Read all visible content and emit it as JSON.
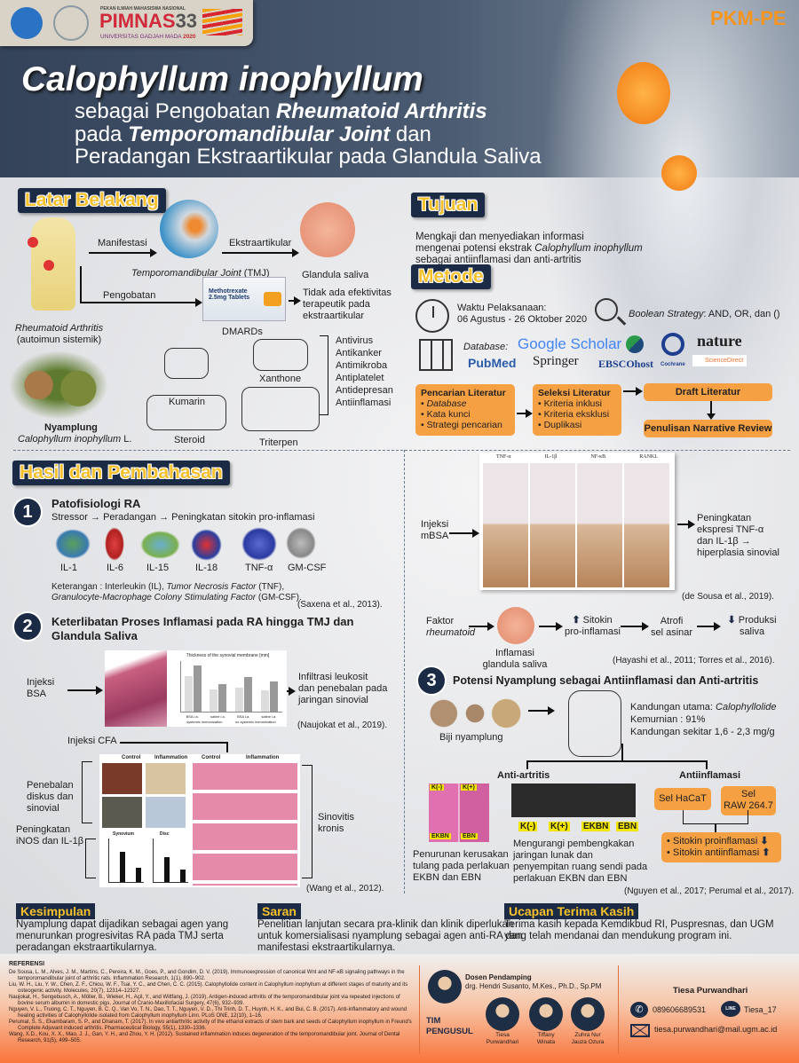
{
  "header": {
    "logo_event_top": "PEKAN ILMIAH MAHASISWA NASIONAL",
    "logo_event": "PIMNAS",
    "logo_number": "33",
    "logo_univ": "UNIVERSITAS GADJAH MADA",
    "logo_year": "2020",
    "category": "PKM-PE",
    "title": "Calophyllum inophyllum",
    "sub1_a": "sebagai Pengobatan ",
    "sub1_b": "Rheumatoid Arthritis",
    "sub2_a": "pada ",
    "sub2_b": "Temporomandibular Joint",
    "sub2_c": " dan",
    "sub3": "Peradangan Ekstraartikular pada Glandula Saliva"
  },
  "latar": {
    "heading": "Latar Belakang",
    "manifestasi": "Manifestasi",
    "ekstra": "Ekstraartikular",
    "tmj": "Temporomandibular Joint",
    "tmj_abbr": " (TMJ)",
    "glandula": "Glandula saliva",
    "ra": "Rheumatoid Arthritis",
    "ra_note": "(autoimun sistemik)",
    "pengobatan": "Pengobatan",
    "drug_label": "Methotrexate 2.5mg Tablets",
    "dmards": "DMARDs",
    "no_effect": [
      "Tidak ada efektivitas",
      "terapeutik pada",
      "ekstraartikular"
    ],
    "nyamplung": "Nyamplung",
    "nyamplung_latin": "Calophyllum inophyllum",
    "nyamplung_suffix": " L.",
    "compounds": [
      "Kumarin",
      "Xanthone",
      "Steroid",
      "Triterpen"
    ],
    "activities": [
      "Antivirus",
      "Antikanker",
      "Antimikroba",
      "Antiplatelet",
      "Antidepresan",
      "Antiinflamasi"
    ]
  },
  "tujuan": {
    "heading": "Tujuan",
    "line1": "Mengkaji dan menyediakan informasi",
    "line2a": "mengenai potensi ekstrak ",
    "line2b": "Calophyllum inophyllum",
    "line3": "sebagai antiinflamasi dan anti-artritis"
  },
  "metode": {
    "heading": "Metode",
    "waktu_label": "Waktu Pelaksanaan:",
    "waktu": "06 Agustus - 26 Oktober 2020",
    "boolean_label": "Boolean Strategy",
    "boolean": ": AND, OR, dan ()",
    "database_label": "Database:",
    "databases": [
      "Google Scholar",
      "nature",
      "PubMed",
      "Springer",
      "EBSCOhost",
      "Cochrane",
      "ScienceDirect"
    ],
    "flow": {
      "pencarian": {
        "title": "Pencarian Literatur",
        "items": [
          "Database",
          "Kata kunci",
          "Strategi pencarian"
        ]
      },
      "seleksi": {
        "title": "Seleksi Literatur",
        "items": [
          "Kriteria inklusi",
          "Kriteria eksklusi",
          "Duplikasi"
        ]
      },
      "draft": "Draft Literatur",
      "penulisan": "Penulisan Narrative Review"
    }
  },
  "hasil": {
    "heading": "Hasil dan Pembahasan",
    "s1": {
      "num": "1",
      "title": "Patofisiologi RA",
      "flow": "Stressor → Peradangan → Peningkatan sitokin pro-inflamasi",
      "cytokines": [
        "IL-1",
        "IL-6",
        "IL-15",
        "IL-18",
        "TNF-α",
        "GM-CSF"
      ],
      "note1a": "Keterangan : Interleukin (IL), ",
      "note1b": "Tumor Necrosis Factor",
      "note1c": " (TNF),",
      "note2a": "Granulocyte-Macrophage Colony Stimulating Factor",
      "note2b": " (GM-CSF).",
      "cite": "(Saxena et al., 2013)."
    },
    "s2": {
      "num": "2",
      "title1": "Keterlibatan Proses Inflamasi pada RA hingga TMJ dan",
      "title2": "Glandula Saliva",
      "bsa": [
        "Injeksi",
        "BSA"
      ],
      "chart_title": "Thickness of the synovial membrane [mm]",
      "chart_x": [
        "BSA i.a.",
        "saline i.a.",
        "BSA i.a.",
        "saline i.a."
      ],
      "chart_groups": [
        "systemic immunization",
        "no systemic immunization"
      ],
      "infiltrasi": [
        "Infiltrasi leukosit",
        "dan penebalan pada",
        "jaringan sinovial"
      ],
      "cite1": "(Naujokat et al., 2019).",
      "cfa": "Injeksi CFA",
      "fig_control": "Control",
      "fig_inflam": "Inflammation",
      "fig_synovium": "Synovium",
      "fig_disc": "Disc",
      "penebalan": [
        "Penebalan",
        "diskus dan",
        "sinovial"
      ],
      "inos": [
        "Peningkatan",
        "iNOS dan IL-1β"
      ],
      "sinovitis": [
        "Sinovitis",
        "kronis"
      ],
      "cite2": "(Wang et al., 2012)."
    },
    "ihc": {
      "cols": [
        "TNF-α",
        "IL-1β",
        "NF-κB",
        "RANKL"
      ],
      "mbsa": [
        "Injeksi",
        "mBSA"
      ],
      "result": [
        "Peningkatan",
        "ekspresi TNF-α",
        "dan IL-1β →",
        "hiperplasia sinovial"
      ],
      "cite": "(de Sousa et al., 2019)."
    },
    "saliva": {
      "faktor": "Faktor",
      "faktor_i": "rheumatoid",
      "inflamasi": [
        "Inflamasi",
        "glandula saliva"
      ],
      "sitokin": [
        "Sitokin",
        "pro-inflamasi"
      ],
      "atrofi": [
        "Atrofi",
        "sel asinar"
      ],
      "produksi": [
        "Produksi",
        "saliva"
      ],
      "cite": "(Hayashi et al., 2011; Torres et al., 2016)."
    },
    "s3": {
      "num": "3",
      "title": "Potensi Nyamplung sebagai Antiinflamasi dan Anti-artritis",
      "biji": "Biji nyamplung",
      "kandungan_a": "Kandungan utama: ",
      "kandungan_b": "Calophyllolide",
      "kemurnian": "Kemurnian : 91%",
      "kadar": "Kandungan sekitar 1,6 - 2,3 mg/g",
      "anti_artritis": "Anti-artritis",
      "antiinflamasi": "Antiinflamasi",
      "groups": [
        "K(-)",
        "K(+)",
        "EKBN",
        "EBN"
      ],
      "penurunan": [
        "Penurunan kerusakan",
        "tulang pada perlakuan",
        "EKBN dan EBN"
      ],
      "mengurangi": [
        "Mengurangi pembengkakan",
        "jaringan lunak dan",
        "penyempitan ruang sendi pada",
        "perlakuan EKBN dan EBN"
      ],
      "hacat": "Sel HaCaT",
      "raw": [
        "Sel",
        "RAW 264.7"
      ],
      "pro": "Sitokin proinflamasi",
      "anti": "Sitokin antiinflamasi",
      "cite": "(Nguyen et al., 2017; Perumal et al., 2017)."
    }
  },
  "kesimpulan": {
    "heading": "Kesimpulan",
    "lines": [
      "Nyamplung dapat dijadikan sebagai agen yang",
      "menurunkan progresivitas RA pada TMJ serta",
      "peradangan ekstraartikularnya."
    ]
  },
  "saran": {
    "heading": "Saran",
    "lines": [
      "Penelitian lanjutan secara pra-klinik dan klinik diperlukan",
      "untuk komersialisasi nyamplung sebagai agen anti-RA dan",
      "manifestasi ekstraartikularnya."
    ]
  },
  "ucapan": {
    "heading": "Ucapan Terima Kasih",
    "lines": [
      "Terima kasih kepada Kemdikbud RI, Puspresnas, dan UGM",
      "yang telah mendanai dan mendukung program ini."
    ]
  },
  "referensi": {
    "heading": "REFERENSI",
    "items": [
      "De Sousa, L. M., Alves, J. M., Martins, C., Pereira, K. M., Goes, P., and Gondim, D. V. (2019). Immunoexpression of canonical Wnt and NF-κB signaling pathways in the temporomandibular joint of arthritic rats. Inflammation Research, 1(1), 890–902.",
      "Liu, W. H., Liu, Y. W., Chen, Z. F., Chiou, W. F., Tsai, Y. C., and Chen, C. C. (2015). Calophyllolide content in Calophyllum inophyllum at different stages of maturity and its osteogenic activity. Molecules, 20(7), 12314–12327.",
      "Naujokat, H., Sengebusch, A., Möller, B., Wieker, H., Açil, Y., and Wiltfang, J. (2019). Antigen-induced arthritis of the temporomandibular joint via repeated injections of bovine serum albumin in domestic pigs. Journal of Cranio-Maxillofacial Surgery, 47(6), 932–939.",
      "Nguyen, V. L., Truong, C. T., Nguyen, B. C. Q., Van Vo, T. N., Dao, T. T., Nguyen, V. D., Thi Trinh, D. T., Huynh, H. K., and Bui, C. B. (2017). Anti-inflammatory and wound healing activities of Calophyllolide isolated from Calophyllum inophyllum Linn. PLoS ONE, 12(10), 1–16.",
      "Perumal, S. S., Ekambaram, S. P., and Dhanam, T. (2017). In vivo antiarthritic activity of the ethanol extracts of stem bark and seeds of Calophyllum inophyllum in Freund's Complete Adjuvant induced arthritis. Pharmaceutical Biology, 55(1), 1330–1336.",
      "Wang, X.D., Kou, X. X., Mao, J. J., Gan, Y. H., and Zhou, Y. H. (2012). Sustained inflammation induces degeneration of the temporomandibular joint. Journal of Dental Research, 91(5), 499–505."
    ]
  },
  "tim": {
    "dosen_label": "Dosen Pendamping",
    "dosen": "drg. Hendri Susanto, M.Kes., Ph.D., Sp.PM",
    "tim_label1": "TIM",
    "tim_label2": "PENGUSUL",
    "members": [
      [
        "Tiesa",
        "Purwandhari"
      ],
      [
        "Tiffany",
        "Winata"
      ],
      [
        "Zuhra Nur",
        "Jauza Ozura"
      ]
    ]
  },
  "kontak": {
    "name": "Tiesa Purwandhari",
    "phone": "089606689531",
    "line_icon": "LINE",
    "line": "Tiesa_17",
    "email": "tiesa.purwandhari@mail.ugm.ac.id"
  },
  "colors": {
    "navy": "#1c2b45",
    "orange": "#f5a043",
    "yellow": "#f5c02c",
    "pkm": "#f7941d"
  }
}
